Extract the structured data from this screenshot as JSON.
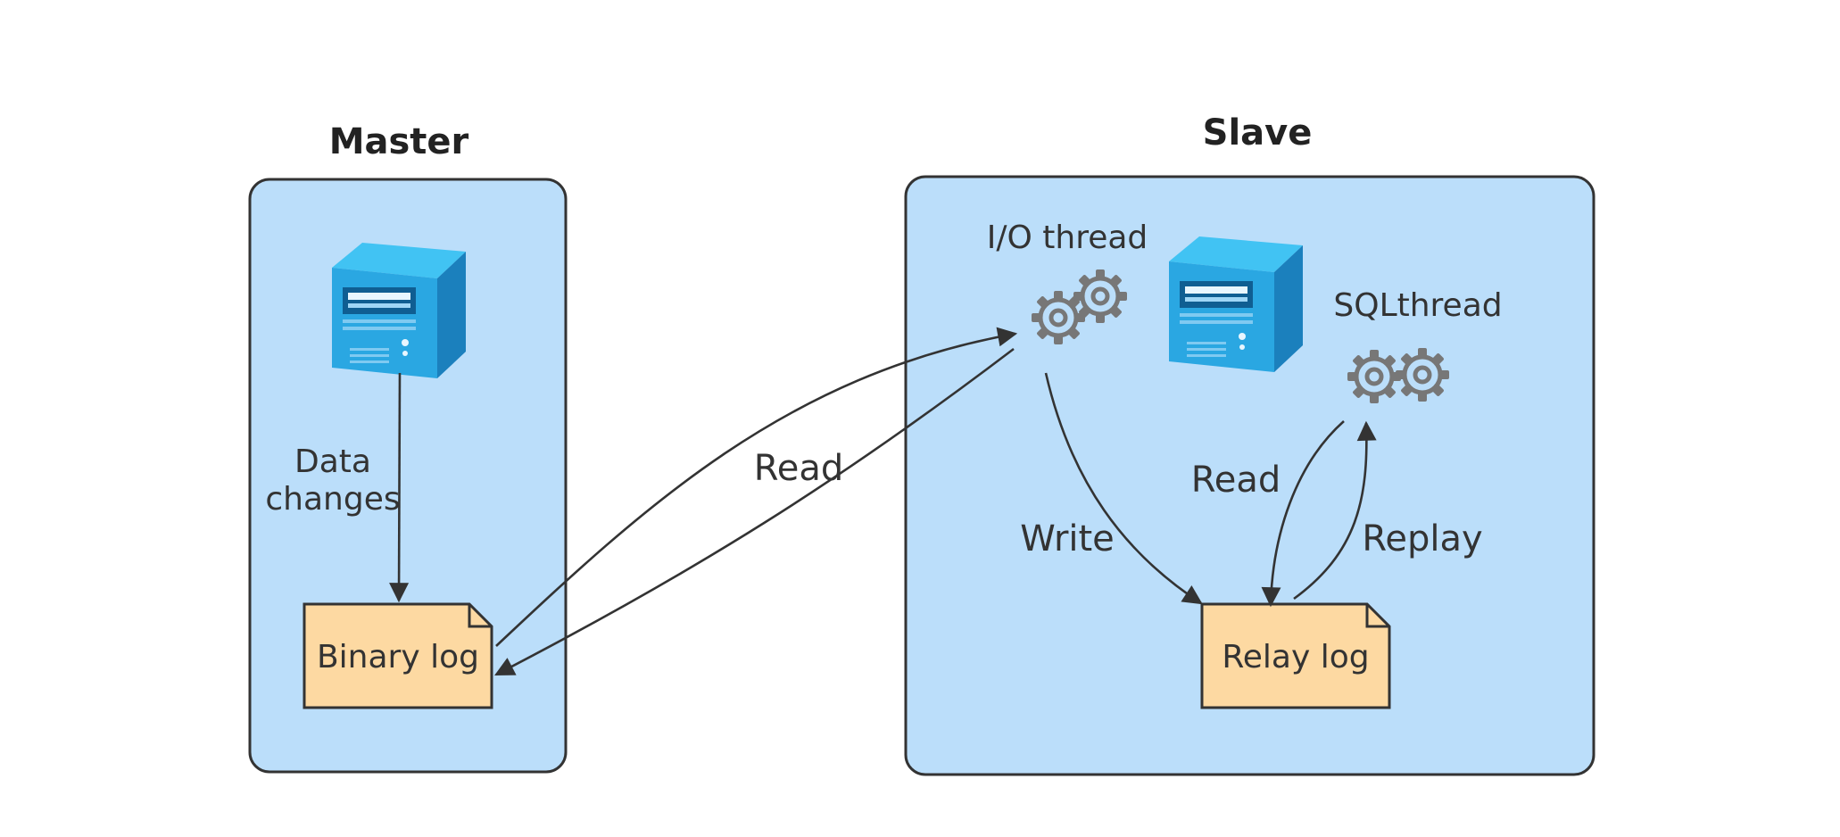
{
  "master": {
    "title": "Master",
    "server_icon": "server-tower-icon",
    "data_changes_label": [
      "Data",
      "changes"
    ],
    "binary_log_label": "Binary log"
  },
  "slave": {
    "title": "Slave",
    "server_icon": "server-tower-icon",
    "io_thread_label": "I/O thread",
    "sql_thread_label": "SQLthread",
    "relay_log_label": "Relay log",
    "thread_icon": "gears-icon"
  },
  "edges": {
    "read_binlog": "Read",
    "write_relay": "Write",
    "read_relay": "Read",
    "replay": "Replay"
  },
  "colors": {
    "container_fill": "#bbdefa",
    "log_fill": "#fdd9a2",
    "server_blue": "#2f9de0",
    "gear_gray": "#777777"
  }
}
